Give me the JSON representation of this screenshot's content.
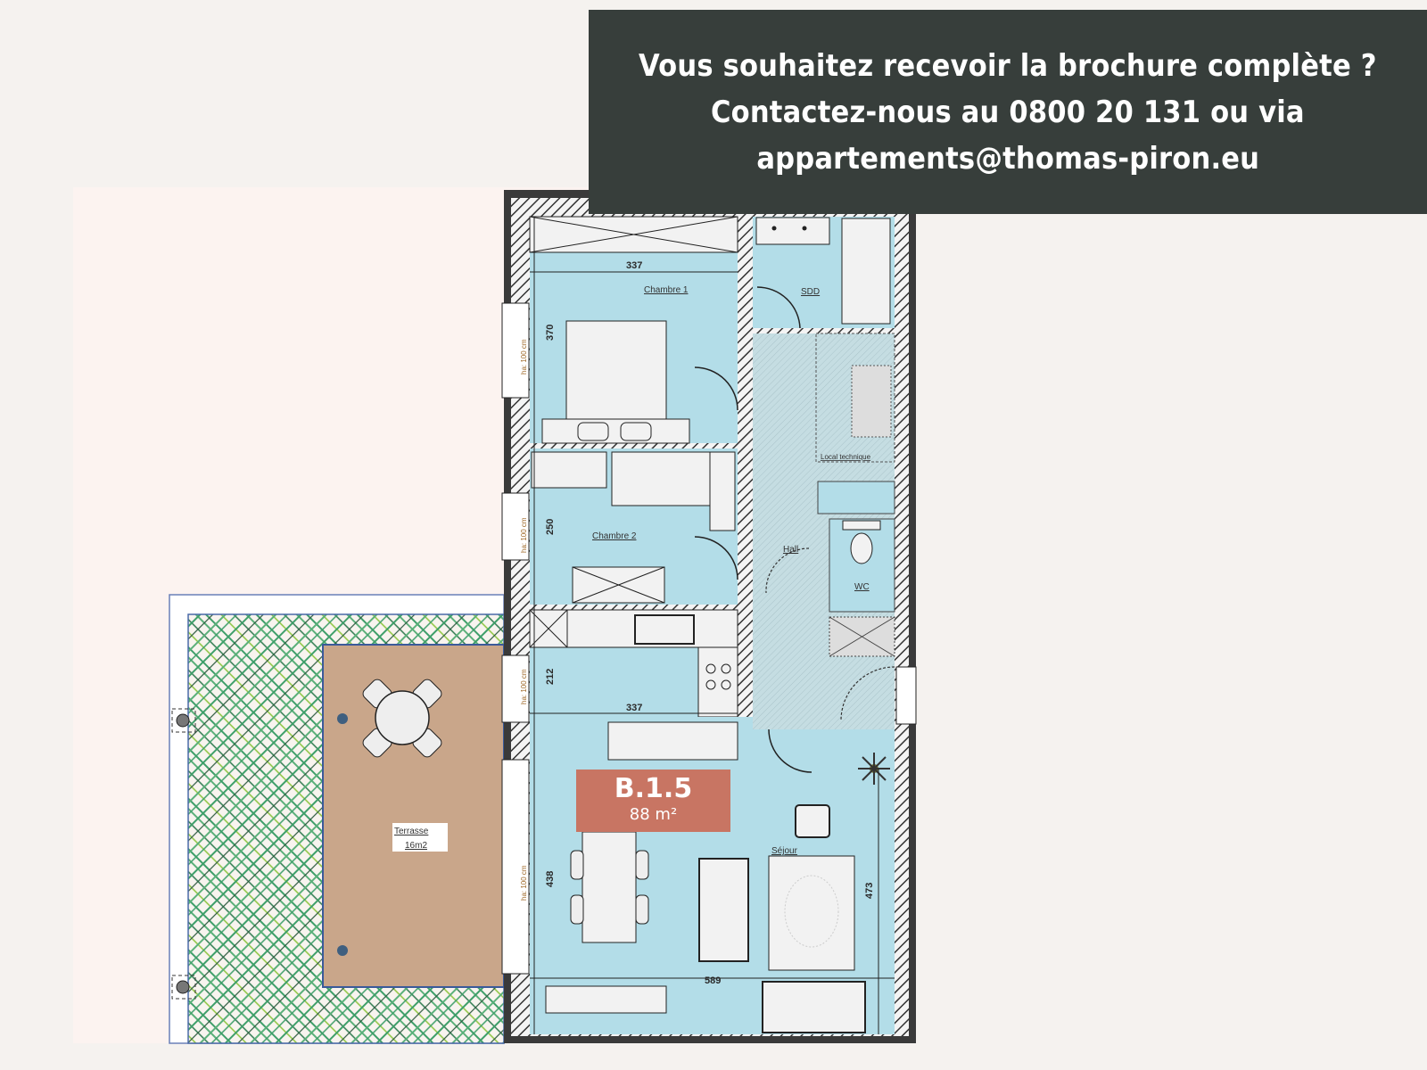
{
  "banner": {
    "lines": [
      "Vous souhaitez recevoir la brochure complète ?",
      "Contactez-nous au 0800 20 131 ou via",
      "appartements@thomas-piron.eu"
    ],
    "phone": "0800 20 131",
    "email": "appartements@thomas-piron.eu",
    "background": "#373e3b"
  },
  "unit": {
    "code": "B.1.5",
    "area": "88 m²",
    "badge_color": "#c87563"
  },
  "rooms": {
    "chambre1": "Chambre 1",
    "chambre2": "Chambre 2",
    "sdd": "SDD",
    "local_technique": "Local technique",
    "hall": "Hall",
    "wc": "WC",
    "sejour": "Séjour",
    "terrasse": "Terrasse",
    "terrasse_area": "16m2"
  },
  "dimensions": {
    "chambre1_width": "337",
    "chambre1_depth": "370",
    "chambre2_depth": "250",
    "kitchen_depth": "212",
    "kitchen_width": "337",
    "sejour_depth_left": "438",
    "sejour_depth_right": "473",
    "sejour_width": "589"
  },
  "windows": {
    "label": "ha: 100 cm"
  },
  "colors": {
    "room_fill": "#b3dde8",
    "hall_fill": "#c5dde2",
    "terrace_deck": "#c9a68a",
    "greenery": "#3f9f6a",
    "wall": "#3a3a3a",
    "page_bg": "#f5f2ef"
  }
}
